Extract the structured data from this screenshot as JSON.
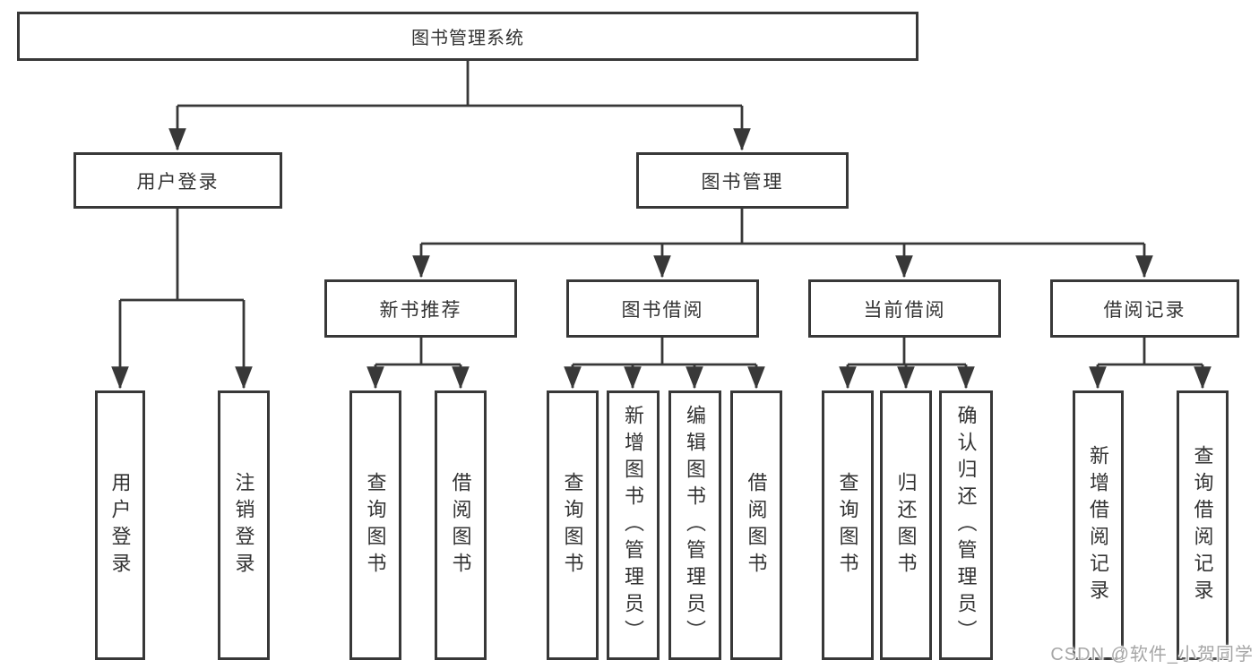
{
  "diagram": {
    "type": "hierarchy-tree",
    "title": "图书管理系统",
    "watermark": "CSDN @软件_小贺同学",
    "colors": {
      "line": "#383838",
      "text": "#333333",
      "background": "#ffffff",
      "watermark": "#a6a6a6"
    },
    "nodes": [
      {
        "id": "root",
        "label": "图书管理系统",
        "level": 1,
        "parent": null
      },
      {
        "id": "user-login",
        "label": "用户登录",
        "level": 2,
        "parent": "root"
      },
      {
        "id": "book-mgmt",
        "label": "图书管理",
        "level": 2,
        "parent": "root"
      },
      {
        "id": "new-book-rec",
        "label": "新书推荐",
        "level": 3,
        "parent": "book-mgmt"
      },
      {
        "id": "book-borrow",
        "label": "图书借阅",
        "level": 3,
        "parent": "book-mgmt"
      },
      {
        "id": "current-borrow",
        "label": "当前借阅",
        "level": 3,
        "parent": "book-mgmt"
      },
      {
        "id": "borrow-record",
        "label": "借阅记录",
        "level": 3,
        "parent": "book-mgmt"
      },
      {
        "id": "leaf-user-login",
        "label": "用户登录",
        "level": 4,
        "parent": "user-login",
        "vertical": true
      },
      {
        "id": "leaf-logout",
        "label": "注销登录",
        "level": 4,
        "parent": "user-login",
        "vertical": true
      },
      {
        "id": "leaf-query-book-1",
        "label": "查询图书",
        "level": 4,
        "parent": "new-book-rec",
        "vertical": true
      },
      {
        "id": "leaf-borrow-book-1",
        "label": "借阅图书",
        "level": 4,
        "parent": "new-book-rec",
        "vertical": true
      },
      {
        "id": "leaf-query-book-2",
        "label": "查询图书",
        "level": 4,
        "parent": "book-borrow",
        "vertical": true
      },
      {
        "id": "leaf-add-book",
        "label": "新增图书（管理员）",
        "level": 4,
        "parent": "book-borrow",
        "vertical": true
      },
      {
        "id": "leaf-edit-book",
        "label": "编辑图书（管理员）",
        "level": 4,
        "parent": "book-borrow",
        "vertical": true
      },
      {
        "id": "leaf-borrow-book-2",
        "label": "借阅图书",
        "level": 4,
        "parent": "book-borrow",
        "vertical": true
      },
      {
        "id": "leaf-query-book-3",
        "label": "查询图书",
        "level": 4,
        "parent": "current-borrow",
        "vertical": true
      },
      {
        "id": "leaf-return-book",
        "label": "归还图书",
        "level": 4,
        "parent": "current-borrow",
        "vertical": true
      },
      {
        "id": "leaf-confirm-return",
        "label": "确认归还（管理员）",
        "level": 4,
        "parent": "current-borrow",
        "vertical": true
      },
      {
        "id": "leaf-add-record",
        "label": "新增借阅记录",
        "level": 4,
        "parent": "borrow-record",
        "vertical": true
      },
      {
        "id": "leaf-query-record",
        "label": "查询借阅记录",
        "level": 4,
        "parent": "borrow-record",
        "vertical": true
      }
    ]
  }
}
